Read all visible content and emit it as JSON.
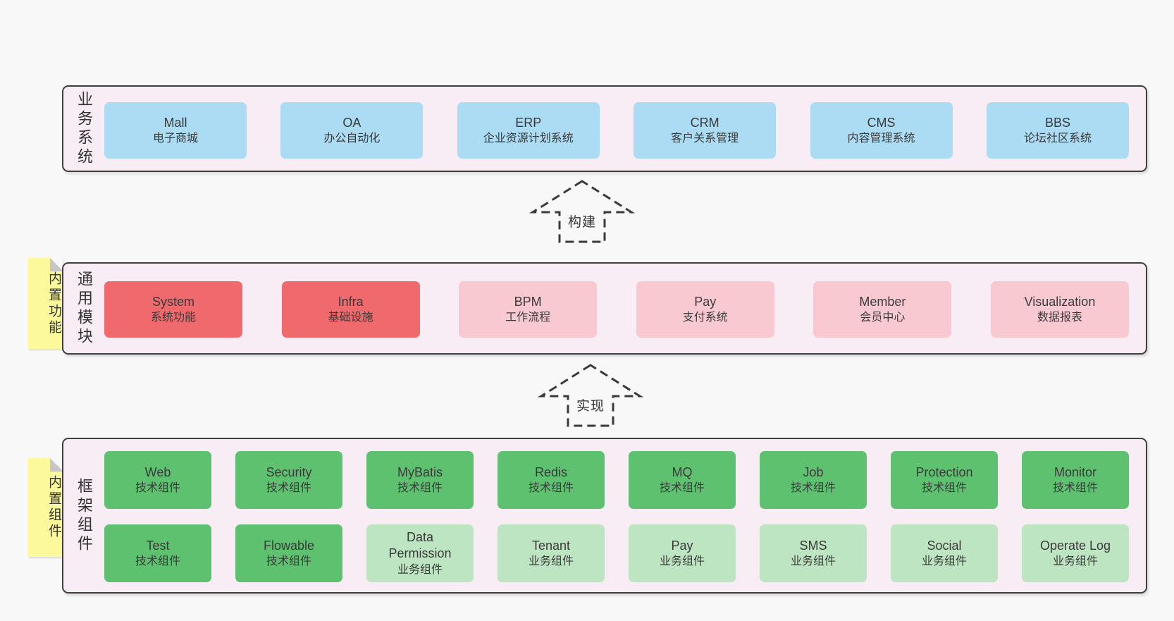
{
  "arrows": {
    "build": "构建",
    "implement": "实现"
  },
  "colors": {
    "page_bg": "#f8f8f8",
    "panel_bg": "#f8edf5",
    "panel_border": "#3f3f3f",
    "blue_box": "#abdcf4",
    "red_box": "#f0696c",
    "pink_box": "#f9c9d2",
    "green_dark_box": "#5ec170",
    "green_light_box": "#bee5c2",
    "note_yellow": "#fbf99b"
  },
  "business": {
    "title": "业务系统",
    "boxes": [
      {
        "name": "Mall",
        "desc": "电子商城"
      },
      {
        "name": "OA",
        "desc": "办公自动化"
      },
      {
        "name": "ERP",
        "desc": "企业资源计划系统"
      },
      {
        "name": "CRM",
        "desc": "客户关系管理"
      },
      {
        "name": "CMS",
        "desc": "内容管理系统"
      },
      {
        "name": "BBS",
        "desc": "论坛社区系统"
      }
    ]
  },
  "modules": {
    "title": "通用模块",
    "note": "内置功能",
    "boxes": [
      {
        "name": "System",
        "desc": "系统功能"
      },
      {
        "name": "Infra",
        "desc": "基础设施"
      },
      {
        "name": "BPM",
        "desc": "工作流程"
      },
      {
        "name": "Pay",
        "desc": "支付系统"
      },
      {
        "name": "Member",
        "desc": "会员中心"
      },
      {
        "name": "Visualization",
        "desc": "数据报表"
      }
    ]
  },
  "components": {
    "title": "框架组件",
    "note": "内置组件",
    "row1": [
      {
        "name": "Web",
        "desc": "技术组件"
      },
      {
        "name": "Security",
        "desc": "技术组件"
      },
      {
        "name": "MyBatis",
        "desc": "技术组件"
      },
      {
        "name": "Redis",
        "desc": "技术组件"
      },
      {
        "name": "MQ",
        "desc": "技术组件"
      },
      {
        "name": "Job",
        "desc": "技术组件"
      },
      {
        "name": "Protection",
        "desc": "技术组件"
      },
      {
        "name": "Monitor",
        "desc": "技术组件"
      }
    ],
    "row2": [
      {
        "name": "Test",
        "desc": "技术组件"
      },
      {
        "name": "Flowable",
        "desc": "技术组件"
      },
      {
        "name": "Data Permission",
        "desc": "业务组件"
      },
      {
        "name": "Tenant",
        "desc": "业务组件"
      },
      {
        "name": "Pay",
        "desc": "业务组件"
      },
      {
        "name": "SMS",
        "desc": "业务组件"
      },
      {
        "name": "Social",
        "desc": "业务组件"
      },
      {
        "name": "Operate Log",
        "desc": "业务组件"
      }
    ]
  }
}
